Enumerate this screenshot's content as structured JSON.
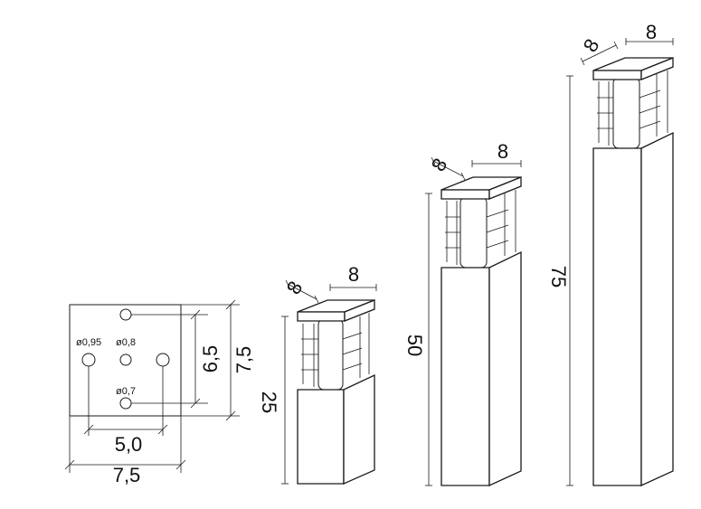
{
  "base_plate": {
    "holes": {
      "top_left": "ø0,95",
      "center": "ø0,8",
      "bottom": "ø0,7"
    },
    "dims": {
      "inner_height": "6,5",
      "outer_height": "7,5",
      "inner_width": "5,0",
      "outer_width": "7,5"
    }
  },
  "bollards": [
    {
      "height": "25",
      "depth": "8",
      "width": "8"
    },
    {
      "height": "50",
      "depth": "8",
      "width": "8"
    },
    {
      "height": "75",
      "depth": "8",
      "width": "8"
    }
  ],
  "colors": {
    "line": "#1a1a1a",
    "background": "#ffffff"
  }
}
